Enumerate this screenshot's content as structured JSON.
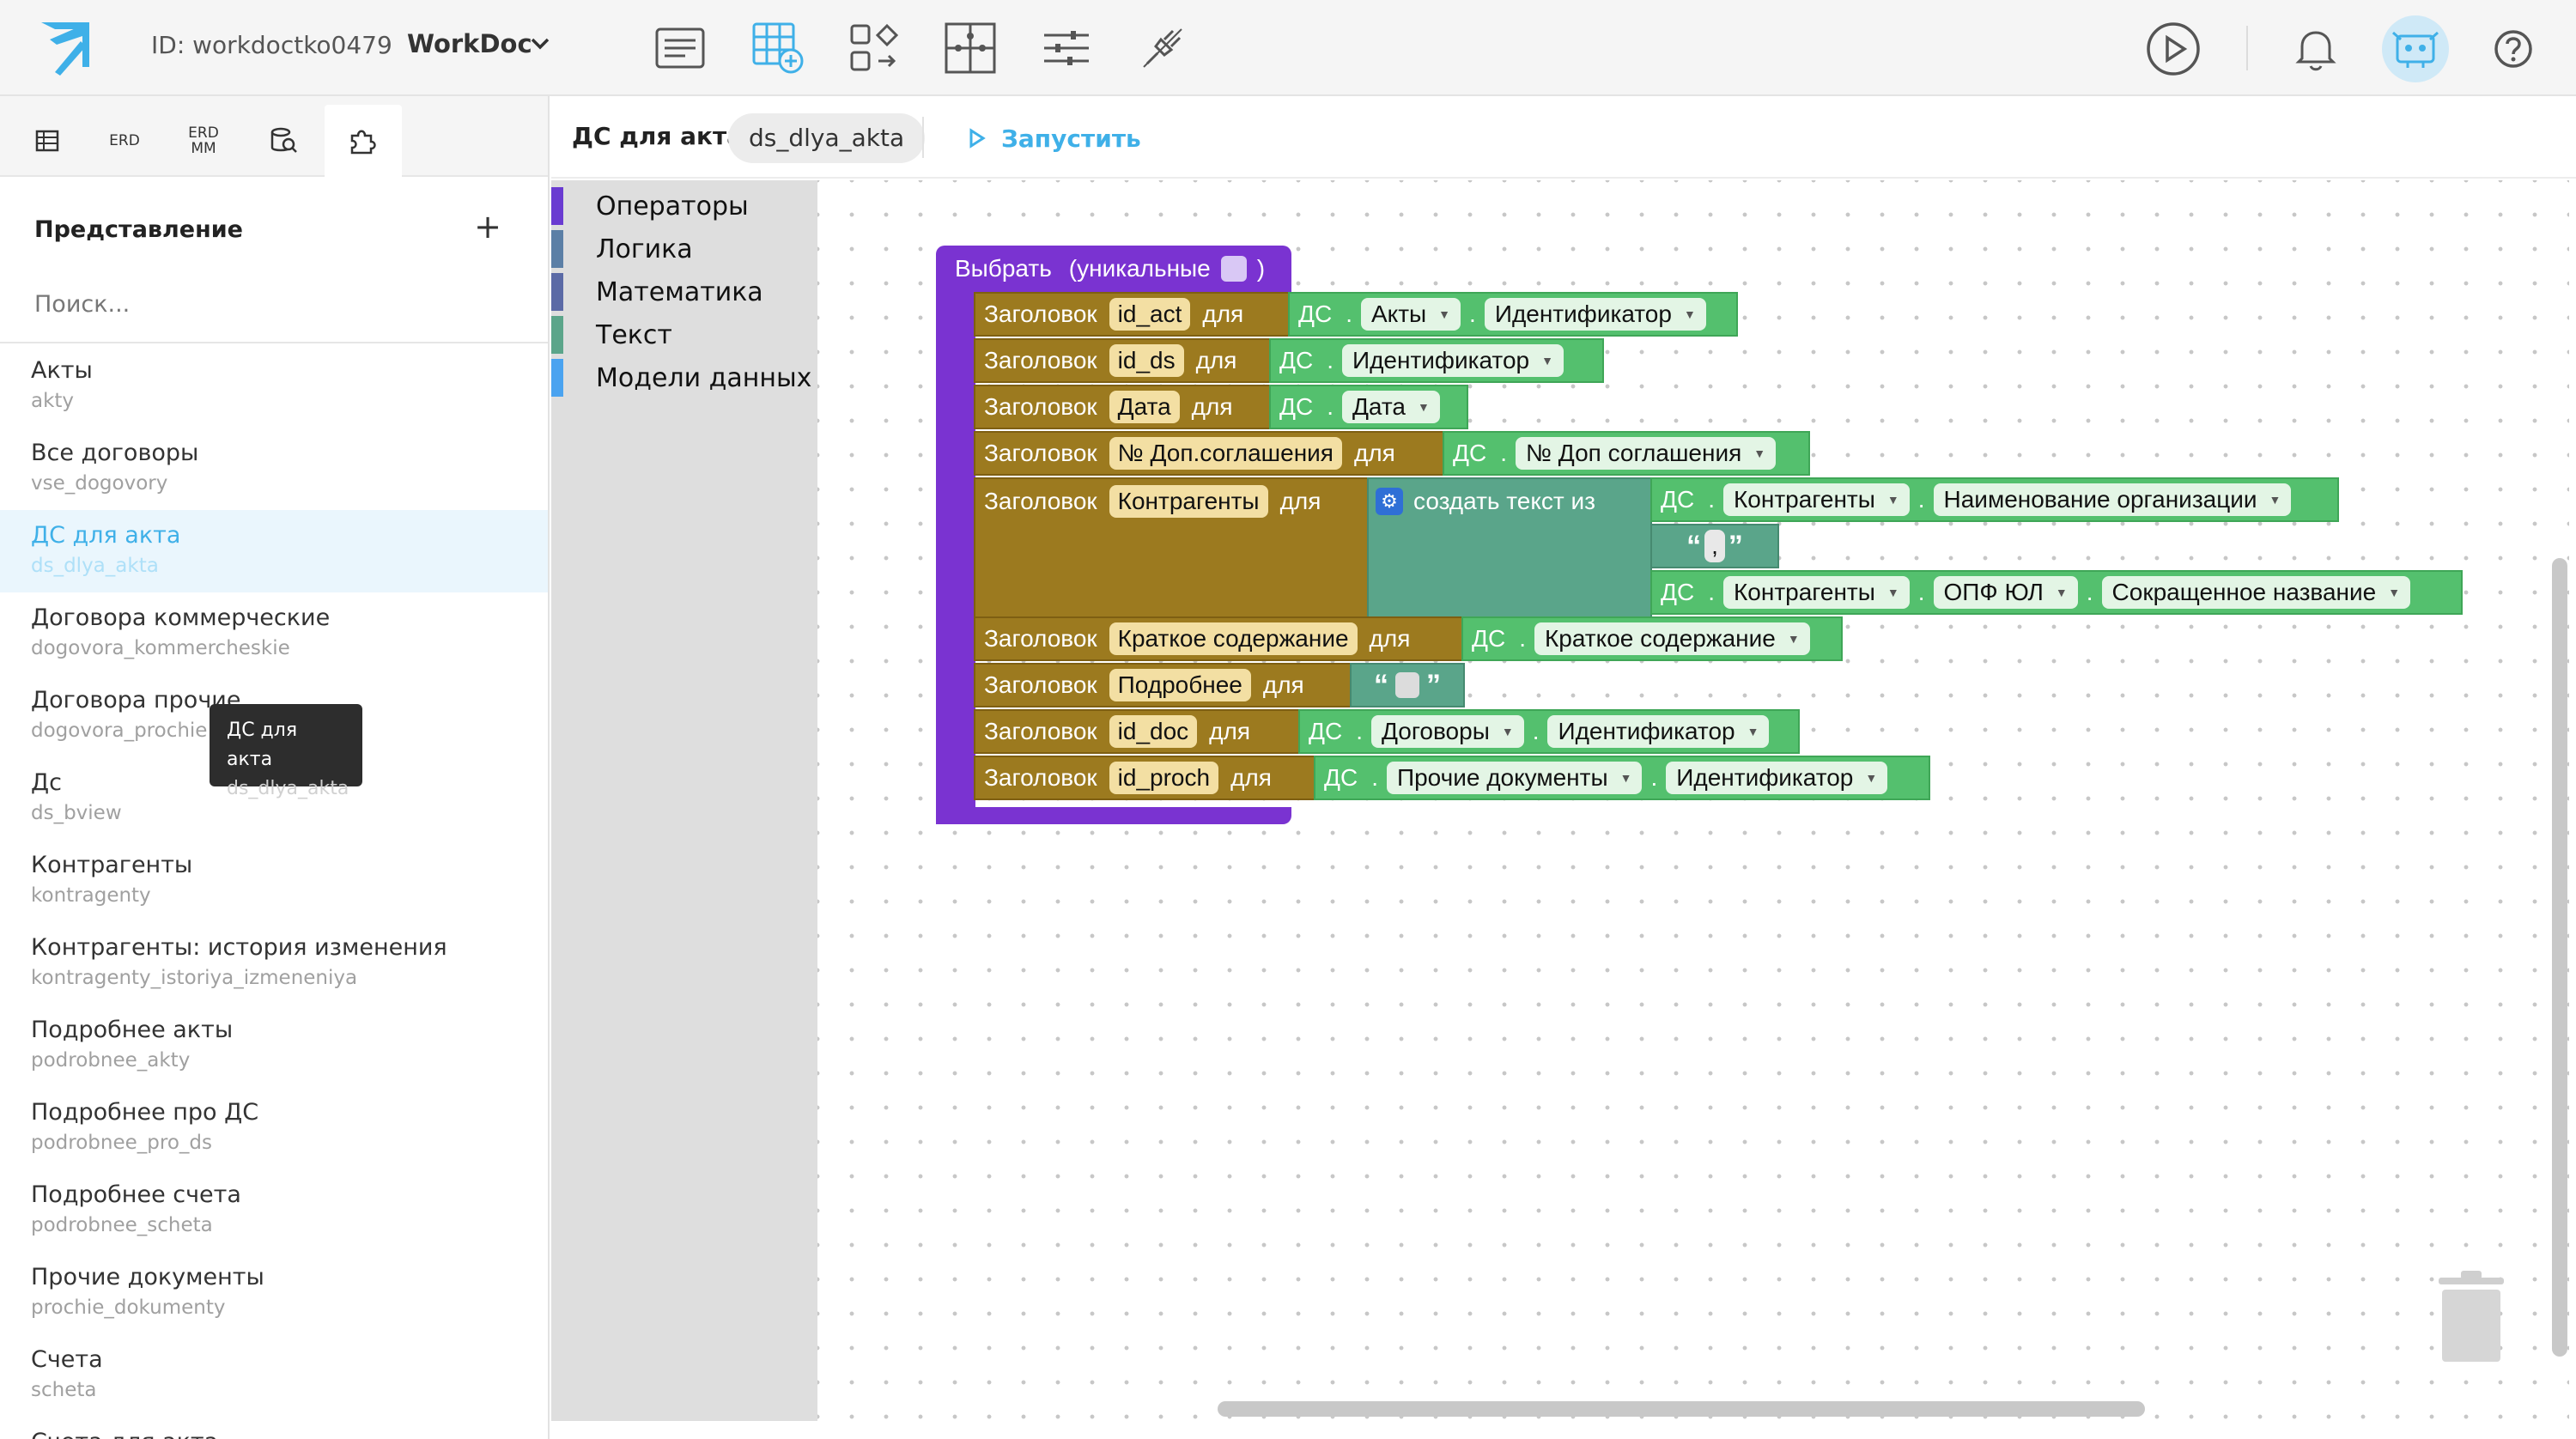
{
  "header": {
    "project_id": "ID: workdoctko0479",
    "workspace": "WorkDoc",
    "tools": [
      "document-icon",
      "table-add-icon",
      "shapes-icon",
      "puzzle-icon",
      "sliders-icon",
      "plug-icon"
    ],
    "right_icons": [
      "play-icon",
      "bell-icon",
      "robot-icon",
      "help-icon"
    ]
  },
  "sidebar": {
    "tabs": [
      {
        "name": "table-icon",
        "label": ""
      },
      {
        "name": "erd",
        "label": "ERD"
      },
      {
        "name": "erd-mm",
        "label": "ERD\nMM"
      },
      {
        "name": "db-search-icon",
        "label": ""
      },
      {
        "name": "puzzle-icon",
        "label": ""
      }
    ],
    "title": "Представление",
    "add_label": "+",
    "search_placeholder": "Поиск...",
    "items": [
      {
        "title": "Акты",
        "code": "akty"
      },
      {
        "title": "Все договоры",
        "code": "vse_dogovory"
      },
      {
        "title": "ДС для акта",
        "code": "ds_dlya_akta"
      },
      {
        "title": "Договора коммерческие",
        "code": "dogovora_kommercheskie"
      },
      {
        "title": "Договора прочие",
        "code": "dogovora_prochie"
      },
      {
        "title": "Дс",
        "code": "ds_bview"
      },
      {
        "title": "Контрагенты",
        "code": "kontragenty"
      },
      {
        "title": "Контрагенты: история изменения",
        "code": "kontragenty_istoriya_izmeneniya"
      },
      {
        "title": "Подробнее акты",
        "code": "podrobnee_akty"
      },
      {
        "title": "Подробнее про ДС",
        "code": "podrobnee_pro_ds"
      },
      {
        "title": "Подробнее счета",
        "code": "podrobnee_scheta"
      },
      {
        "title": "Прочие документы",
        "code": "prochie_dokumenty"
      },
      {
        "title": "Счета",
        "code": "scheta"
      },
      {
        "title": "Счета для акта",
        "code": ""
      }
    ],
    "tooltip": {
      "title": "ДС для акта",
      "code": "ds_dlya_akta"
    }
  },
  "main": {
    "title": "ДС для акта",
    "code": "ds_dlya_akta",
    "run_label": "Запустить"
  },
  "categories": [
    {
      "label": "Операторы",
      "color": "#6a3bd1"
    },
    {
      "label": "Логика",
      "color": "#5b7fa6"
    },
    {
      "label": "Математика",
      "color": "#5b6aa6"
    },
    {
      "label": "Текст",
      "color": "#5ba58a"
    },
    {
      "label": "Модели данных",
      "color": "#4aa3f0"
    }
  ],
  "blocks": {
    "select": {
      "label": "Выбрать",
      "unique": "(уникальные",
      "close": ")"
    },
    "kw_header": "Заголовок",
    "kw_for": "для",
    "kw_ds": "ДС",
    "kw_concat": "создать текст из",
    "rows": [
      {
        "field": "id_act",
        "parts": [
          "Акты",
          "Идентификатор"
        ]
      },
      {
        "field": "id_ds",
        "parts": [
          "Идентификатор"
        ]
      },
      {
        "field": "Дата",
        "parts": [
          "Дата"
        ]
      },
      {
        "field": "№ Доп.соглашения",
        "parts": [
          "№ Доп соглашения"
        ]
      },
      {
        "field": "Контрагенты",
        "parts": [
          "Контрагенты",
          "Наименование организации"
        ],
        "concat": true,
        "quote_text": ",",
        "parts2": [
          "Контрагенты",
          "ОПФ ЮЛ",
          "Сокращенное название"
        ]
      },
      {
        "field": "Краткое содержание",
        "parts": [
          "Краткое содержание"
        ]
      },
      {
        "field": "Подробнее",
        "parts": [],
        "quote": true
      },
      {
        "field": "id_doc",
        "parts": [
          "Договоры",
          "Идентификатор"
        ]
      },
      {
        "field": "id_proch",
        "parts": [
          "Прочие документы",
          "Идентификатор"
        ]
      }
    ]
  },
  "colors": {
    "accent": "#3fb0e8",
    "operators": "#7a33d1",
    "header_block": "#9c7a1f",
    "ds_block": "#54c06e",
    "text_block": "#5aa58a"
  }
}
